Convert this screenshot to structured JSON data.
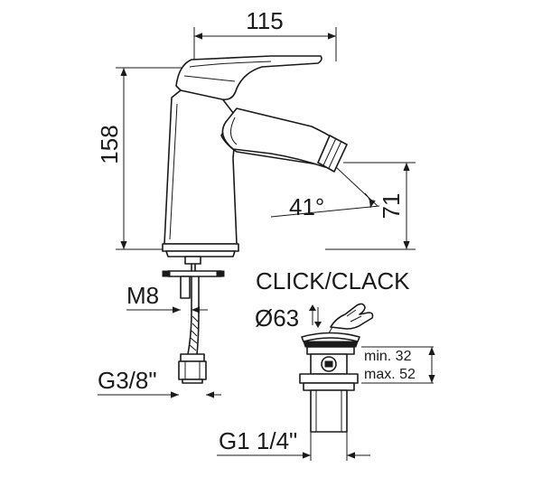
{
  "dimensions": {
    "width_115": "115",
    "height_158": "158",
    "spout_71": "71",
    "angle_41": "41°",
    "thread_m8": "M8",
    "hose_g38": "G3/8\"",
    "drain_g114": "G1 1/4\""
  },
  "waste": {
    "title": "CLICK/CLACK",
    "diameter": "Ø63",
    "min_label": "min. 32",
    "max_label": "max. 52"
  },
  "icons": {
    "press": "hand-press-icon",
    "updown": "up-down-arrow-icon"
  }
}
